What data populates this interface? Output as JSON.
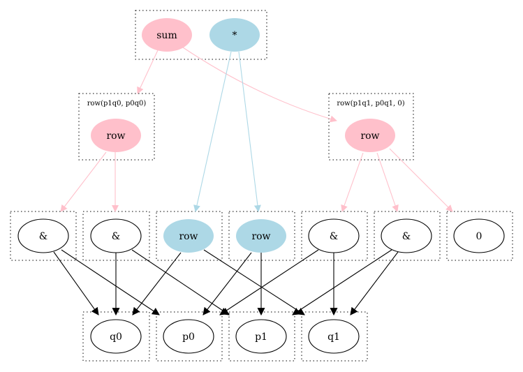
{
  "colors": {
    "pink": "#ffc0cb",
    "lightblue": "#add8e6",
    "black": "#000000",
    "white": "#ffffff"
  },
  "clusters": {
    "top": "",
    "row_left": "row(p1q0, p0q0)",
    "row_right": "row(p1q1, p0q1, 0)"
  },
  "nodes": {
    "sum": "sum",
    "mul": "*",
    "row_left": "row",
    "row_right": "row",
    "and_1": "&",
    "and_2": "&",
    "row_blue_1": "row",
    "row_blue_2": "row",
    "and_3": "&",
    "and_4": "&",
    "zero": "0",
    "q0": "q0",
    "p0": "p0",
    "p1": "p1",
    "q1": "q1"
  }
}
